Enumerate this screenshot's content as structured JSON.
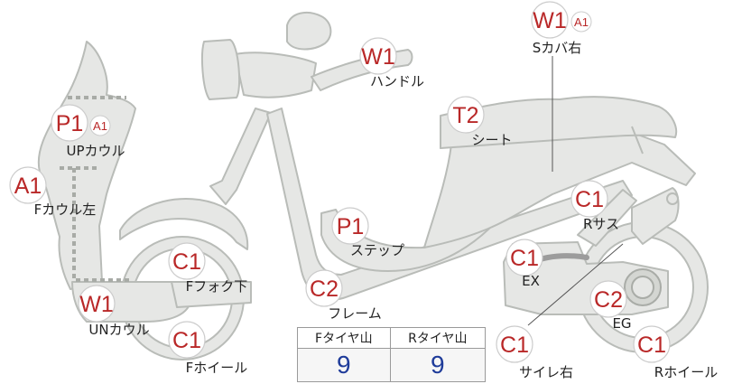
{
  "colors": {
    "code_red": "#b92828",
    "value_blue": "#1f3c9a",
    "part_fill": "#e6e7e5",
    "part_stroke": "#b9bcb8"
  },
  "labels": {
    "s_cover_right": "Sカバ右",
    "handle": "ハンドル",
    "up_cowl": "UPカウル",
    "seat": "シート",
    "f_cowl_left": "Fカウル左",
    "r_suspension": "Rサス",
    "step": "ステップ",
    "f_fork_lower": "Fフォク下",
    "ex": "EX",
    "frame": "フレーム",
    "un_cowl": "UNカウル",
    "eg": "EG",
    "f_wheel": "Fホイール",
    "silencer_right": "サイレ右",
    "r_wheel": "Rホイール"
  },
  "badges": {
    "s_cover_right": {
      "code": "W1",
      "sub": "A1"
    },
    "handle": {
      "code": "W1"
    },
    "up_cowl": {
      "code": "P1",
      "sub": "A1"
    },
    "seat": {
      "code": "T2"
    },
    "f_cowl_left": {
      "code": "A1"
    },
    "r_suspension": {
      "code": "C1"
    },
    "step": {
      "code": "P1"
    },
    "f_fork_lower": {
      "code": "C1"
    },
    "ex": {
      "code": "C1"
    },
    "frame": {
      "code": "C2"
    },
    "un_cowl": {
      "code": "W1"
    },
    "eg": {
      "code": "C2"
    },
    "f_wheel": {
      "code": "C1"
    },
    "silencer_right": {
      "code": "C1"
    },
    "r_wheel": {
      "code": "C1"
    }
  },
  "tread_table": {
    "headers": [
      "Fタイヤ山",
      "Rタイヤ山"
    ],
    "values": [
      "9",
      "9"
    ]
  }
}
